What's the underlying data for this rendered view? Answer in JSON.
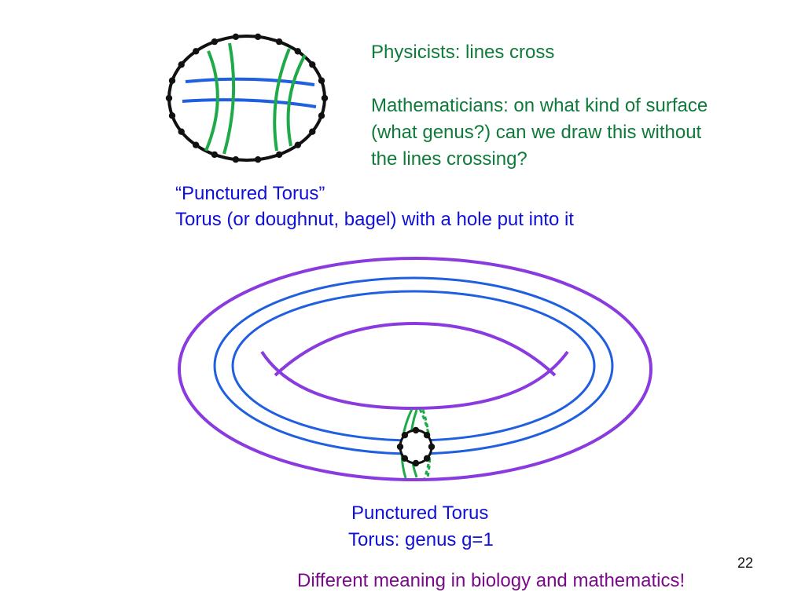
{
  "text": {
    "physicists": "Physicists: lines cross",
    "mathematicians_1": "Mathematicians: on what kind of surface",
    "mathematicians_2": "(what genus?) can we draw this without",
    "mathematicians_3": "the lines crossing?",
    "quote_title": "“Punctured Torus”",
    "torus_description": "Torus (or doughnut, bagel) with a hole put into it",
    "caption_1": "Punctured Torus",
    "caption_2": "Torus: genus g=1",
    "footer": "Different meaning in biology and mathematics!",
    "page_number": "22"
  },
  "colors": {
    "green_text": "#0f7a3a",
    "blue_text": "#1010d8",
    "purple_text": "#7a0a8a",
    "green_line": "#1faa4a",
    "blue_line": "#1f5fe0",
    "purple_line": "#8a3be0",
    "dot": "#111111"
  }
}
